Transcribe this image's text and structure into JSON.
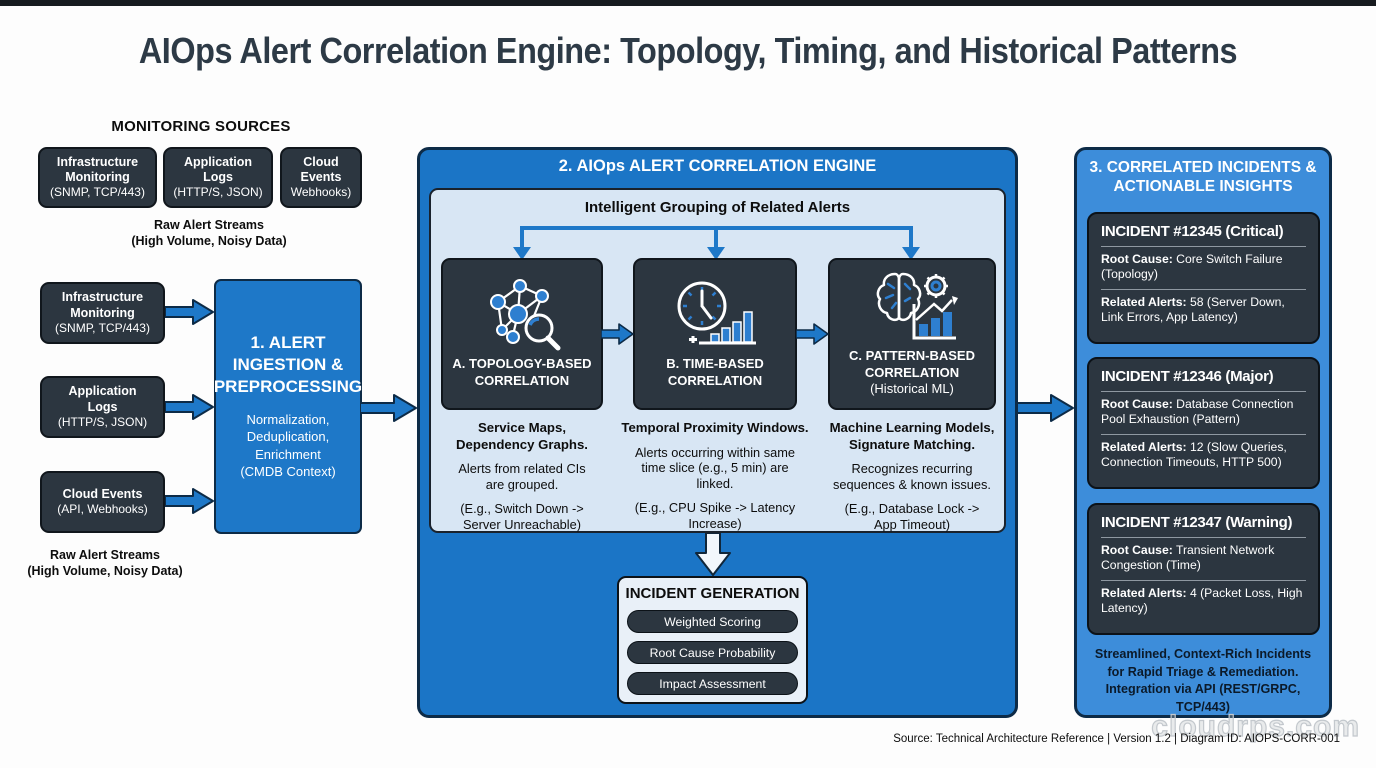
{
  "page": {
    "title": "AIOps Alert Correlation Engine: Topology, Timing, and Historical Patterns",
    "source_line": "Source: Technical Architecture Reference | Version 1.2 | Diagram ID: AIOPS-CORR-001",
    "watermark": "cloudrps.com"
  },
  "colors": {
    "primary_blue": "#1e78c8",
    "engine_blue": "#1b75c6",
    "right_panel_blue": "#3d8dda",
    "dark_box": "#2c3640",
    "light_panel": "#d8e6f4"
  },
  "monitoring": {
    "heading": "MONITORING SOURCES",
    "top_boxes": [
      {
        "name": "Infrastructure\nMonitoring",
        "sub": "(SNMP, TCP/443)"
      },
      {
        "name": "Application\nLogs",
        "sub": "(HTTP/S, JSON)"
      },
      {
        "name": "Cloud\nEvents",
        "sub": "Webhooks)"
      }
    ],
    "top_caption": "Raw Alert Streams\n(High Volume, Noisy Data)",
    "left_boxes": [
      {
        "name": "Infrastructure\nMonitoring",
        "sub": "(SNMP, TCP/443)"
      },
      {
        "name": "Application\nLogs",
        "sub": "(HTTP/S, JSON)"
      },
      {
        "name": "Cloud Events",
        "sub": "(API, Webhooks)"
      }
    ],
    "bottom_caption": "Raw Alert Streams\n(High Volume, Noisy Data)"
  },
  "ingestion": {
    "title": "1. ALERT\nINGESTION &\nPREPROCESSING",
    "body": "Normalization,\nDeduplication,\nEnrichment\n(CMDB Context)"
  },
  "engine": {
    "title": "2. AIOps ALERT CORRELATION ENGINE",
    "grouping_title": "Intelligent Grouping of Related Alerts",
    "methods": [
      {
        "label": "A. TOPOLOGY-BASED\nCORRELATION",
        "sub": "",
        "icon": "topology-network-icon",
        "desc_bold": "Service Maps,\nDependency Graphs.",
        "desc": "Alerts from related CIs\nare grouped.",
        "example": "(E.g., Switch Down ->\nServer Unreachable)"
      },
      {
        "label": "B. TIME-BASED\nCORRELATION",
        "sub": "",
        "icon": "clock-bars-icon",
        "desc_bold": "Temporal Proximity Windows.",
        "desc": "Alerts occurring within same\ntime slice (e.g., 5 min) are\nlinked.",
        "example": "(E.g., CPU Spike -> Latency\nIncrease)"
      },
      {
        "label": "C. PATTERN-BASED\nCORRELATION",
        "sub": "(Historical ML)",
        "icon": "brain-gear-chart-icon",
        "desc_bold": "Machine Learning Models,\nSignature Matching.",
        "desc": "Recognizes recurring\nsequences & known issues.",
        "example": "(E.g., Database Lock ->\nApp Timeout)"
      }
    ],
    "incident_generation": {
      "title": "INCIDENT GENERATION",
      "steps": [
        "Weighted Scoring",
        "Root Cause Probability",
        "Impact Assessment"
      ]
    }
  },
  "incidents": {
    "title": "3. CORRELATED INCIDENTS &\nACTIONABLE INSIGHTS",
    "cards": [
      {
        "title": "INCIDENT #12345 (Critical)",
        "root_label": "Root Cause:",
        "root_text": " Core Switch Failure (Topology)",
        "alerts_label": "Related Alerts:",
        "alerts_text": " 58 (Server Down, Link Errors, App Latency)"
      },
      {
        "title": "INCIDENT #12346 (Major)",
        "root_label": "Root Cause:",
        "root_text": " Database Connection Pool Exhaustion (Pattern)",
        "alerts_label": "Related Alerts:",
        "alerts_text": " 12 (Slow Queries, Connection Timeouts, HTTP 500)"
      },
      {
        "title": "INCIDENT #12347 (Warning)",
        "root_label": "Root Cause:",
        "root_text": " Transient Network Congestion (Time)",
        "alerts_label": "Related Alerts:",
        "alerts_text": " 4 (Packet Loss, High Latency)"
      }
    ],
    "footer": "Streamlined, Context-Rich Incidents\nfor Rapid Triage & Remediation.\nIntegration via API (REST/GRPC, TCP/443)"
  }
}
